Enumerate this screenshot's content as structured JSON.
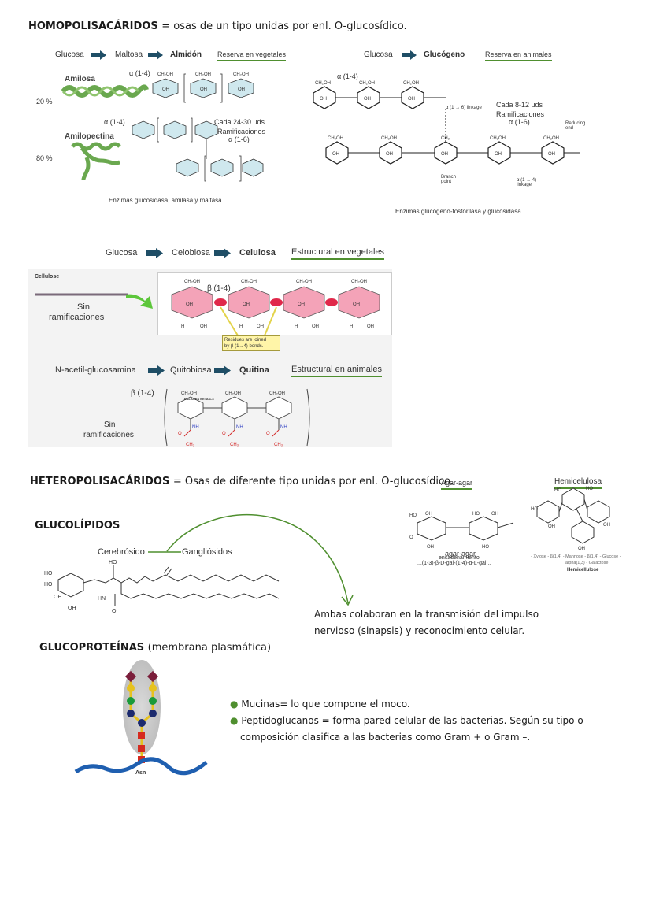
{
  "homo": {
    "title": "HOMOPOLISACÁRIDOS",
    "desc": "= osas de un tipo unidas por enl. O-glucosídico.",
    "almidon": {
      "chain": [
        "Glucosa",
        "Maltosa",
        "Almidón"
      ],
      "tag": "Reserva en vegetales",
      "amilosa": "Amilosa",
      "amilosa_pct": "20 %",
      "amilosa_bond": "α (1-4)",
      "amilopectina": "Amilopectina",
      "amilopectina_pct": "80 %",
      "amilopectina_bond": "α (1-4)",
      "ramif": "Cada 24-30 uds",
      "ramif2": "Ramificaciones",
      "ramif3": "α (1-6)",
      "enzimas": "Enzimas glucosidasa, amilasa y maltasa"
    },
    "glucogeno": {
      "chain": [
        "Glucosa",
        "Glucógeno"
      ],
      "tag": "Reserva en animales",
      "bond": "α (1-4)",
      "ramif": "Cada 8-12 uds",
      "ramif2": "Ramificaciones",
      "ramif3": "α (1-6)",
      "linkage": "α (1 → 6) linkage",
      "reducing": "Reducing end",
      "branch": "Branch point",
      "linkage14": "α (1 → 4) linkage",
      "enzimas": "Enzimas glucógeno-fosforilasa y glucosidasa"
    },
    "celulosa": {
      "chain": [
        "Glucosa",
        "Celobiosa",
        "Celulosa"
      ],
      "tag": "Estructural en vegetales",
      "label": "Cellulose",
      "sin1": "Sin",
      "sin2": "ramificaciones",
      "bond": "β (1-4)",
      "box1": "Residues are joined",
      "box2": "by β (1→4) bonds."
    },
    "quitina": {
      "chain": [
        "N-acetil-glucosamina",
        "Quitobiosa",
        "Quitina"
      ],
      "tag": "Estructural en animales",
      "bond": "β (1-4)",
      "enlace": "ENLACES BETA 1-4",
      "sin1": "Sin",
      "sin2": "ramificaciones"
    }
  },
  "hetero": {
    "title": "HETEROPOLISACÁRIDOS",
    "desc": "= Osas de diferente tipo unidas por enl. O-glucosídico.",
    "agar_tag": "Agar-agar",
    "agar_name": "agar-agar",
    "agar_sub": "encadenamiento",
    "agar_formula": "...(1-3)-β-D-gal-(1-4)-α-L-gal...",
    "hemi_tag": "Hemicelulosa",
    "hemi_formula": "- Xylose - β(1,4) - Mannose - β(1,4) - Glucose -",
    "hemi_formula2": "alpha(1,3) - Galactose",
    "hemi_name": "Hemicellulose"
  },
  "glucolipidos": {
    "title": "GLUCOLÍPIDOS",
    "cerebrosido": "Cerebrósido",
    "gangliosidos": "Gangliósidos",
    "note1": "Ambas colaboran en la transmisión del impulso",
    "note2": "nervioso (sinapsis) y reconocimiento celular."
  },
  "glucoproteinas": {
    "title": "GLUCOPROTEÍNAS",
    "subtitle": "(membrana plasmática)",
    "asn": "Asn",
    "b1": "Mucinas= lo que compone el moco.",
    "b2a": "Peptidoglucanos = forma pared celular de las bacterias. Según su tipo o",
    "b2b": "composición clasifica a las bacterias como Gram + o Gram –."
  },
  "colors": {
    "accent_green": "#4f8f2f",
    "arrow_blue": "#1f4e66",
    "starch_green": "#6aa84f",
    "cellulose_pink": "#f4a3b8"
  }
}
